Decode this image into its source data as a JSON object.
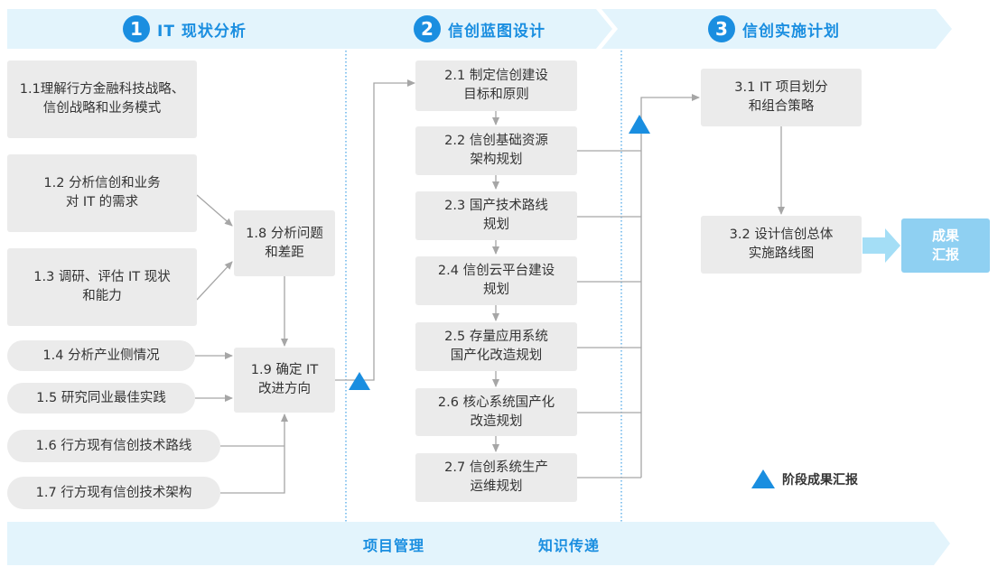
{
  "colors": {
    "accent": "#1a8ee0",
    "band": "#e3f4fc",
    "box": "#ebebeb",
    "result": "#8fd0f2",
    "connector": "#a6a6a6"
  },
  "phases": [
    {
      "num": "1",
      "title": "IT 现状分析"
    },
    {
      "num": "2",
      "title": "信创蓝图设计"
    },
    {
      "num": "3",
      "title": "信创实施计划"
    }
  ],
  "col1": {
    "steps": [
      "1.1理解行方金融科技战略、\n信创战略和业务模式",
      "1.2 分析信创和业务\n对 IT 的需求",
      "1.3 调研、评估 IT 现状\n和能力",
      "1.4 分析产业侧情况",
      "1.5 研究同业最佳实践",
      "1.6 行方现有信创技术路线",
      "1.7 行方现有信创技术架构"
    ],
    "step_18": "1.8 分析问题\n和差距",
    "step_19": "1.9 确定 IT\n改进方向"
  },
  "col2": {
    "steps": [
      "2.1 制定信创建设\n目标和原则",
      "2.2 信创基础资源\n架构规划",
      "2.3 国产技术路线\n规划",
      "2.4 信创云平台建设\n规划",
      "2.5 存量应用系统\n国产化改造规划",
      "2.6 核心系统国产化\n改造规划",
      "2.7 信创系统生产\n运维规划"
    ]
  },
  "col3": {
    "steps": [
      "3.1 IT 项目划分\n和组合策略",
      "3.2 设计信创总体\n实施路线图"
    ]
  },
  "result": "成果\n汇报",
  "legend": {
    "icon": "triangle-icon",
    "label": "阶段成果汇报"
  },
  "bottom": {
    "left": "项目管理",
    "right": "知识传递"
  }
}
